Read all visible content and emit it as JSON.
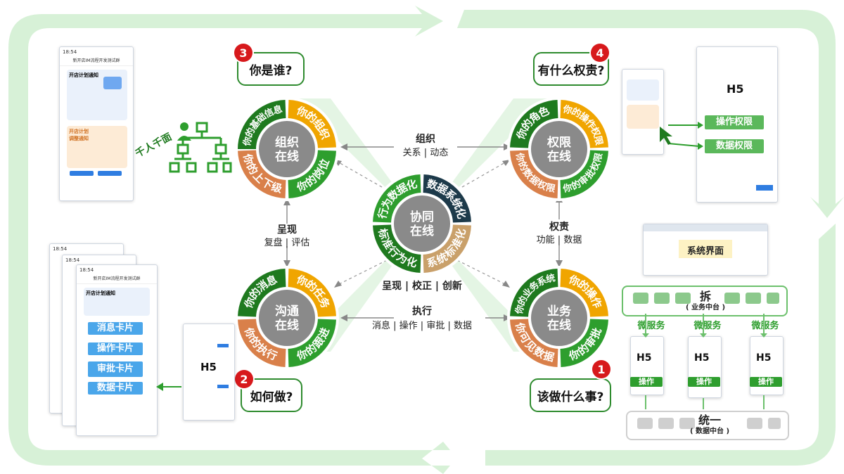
{
  "colors": {
    "green_dark": "#1f7a1f",
    "green": "#2e9e2e",
    "green_light": "#b8e6b8",
    "yellow": "#f0a500",
    "orange": "#d9804a",
    "gray": "#8a8a8a",
    "navy": "#1d3a4a",
    "tan": "#c9a06a",
    "red": "#d7191c"
  },
  "center": {
    "title": "协同\n在线",
    "ring": [
      "行为数据化",
      "数据系统化",
      "系统标准化",
      "标准行为化"
    ],
    "caption": "呈现 | 校正 | 创新"
  },
  "org": {
    "title": "组织\n在线",
    "segments": [
      "你的基础信息",
      "你的组织",
      "你的岗位",
      "你的上下级"
    ],
    "question": "你是谁?",
    "badge": "3",
    "side_label": "千人千面"
  },
  "perm": {
    "title": "权限\n在线",
    "segments": [
      "你的角色",
      "你的操作权限",
      "你的审批权限",
      "你的数据权限"
    ],
    "question": "有什么权责?",
    "badge": "4",
    "tags": [
      "操作权限",
      "数据权限"
    ],
    "h5": "H5"
  },
  "comm": {
    "title": "沟通\n在线",
    "segments": [
      "你的消息",
      "你的任务",
      "你的跟进",
      "你的执行"
    ],
    "question": "如何做?",
    "badge": "2",
    "cards": [
      "消息卡片",
      "操作卡片",
      "审批卡片",
      "数据卡片"
    ],
    "h5": "H5"
  },
  "biz": {
    "title": "业务\n在线",
    "segments": [
      "你的业务系统",
      "你的操作",
      "你的审批",
      "你可见数据"
    ],
    "question": "该做什么事?",
    "badge": "1"
  },
  "links": {
    "top": {
      "title": "组织",
      "sub": "关系 | 动态"
    },
    "left": {
      "title": "呈现",
      "sub": "复盘 | 评估"
    },
    "right": {
      "title": "权责",
      "sub": "功能 | 数据"
    },
    "bottom": {
      "title": "执行",
      "sub": "消息 | 操作 | 审批 | 数据"
    }
  },
  "right_panel": {
    "system_ui": "系统界面",
    "split_title": "拆",
    "split_sub": "( 业务中台 )",
    "microservice": "微服务",
    "h5": "H5",
    "action": "操作",
    "unify_title": "统一",
    "unify_sub": "( 数据中台 )"
  },
  "phones": {
    "time": "18:54",
    "title": "新开店IM流程开发测试群",
    "notice": "开店计划通知",
    "plan_btn": "开店计划\n调整通知"
  }
}
